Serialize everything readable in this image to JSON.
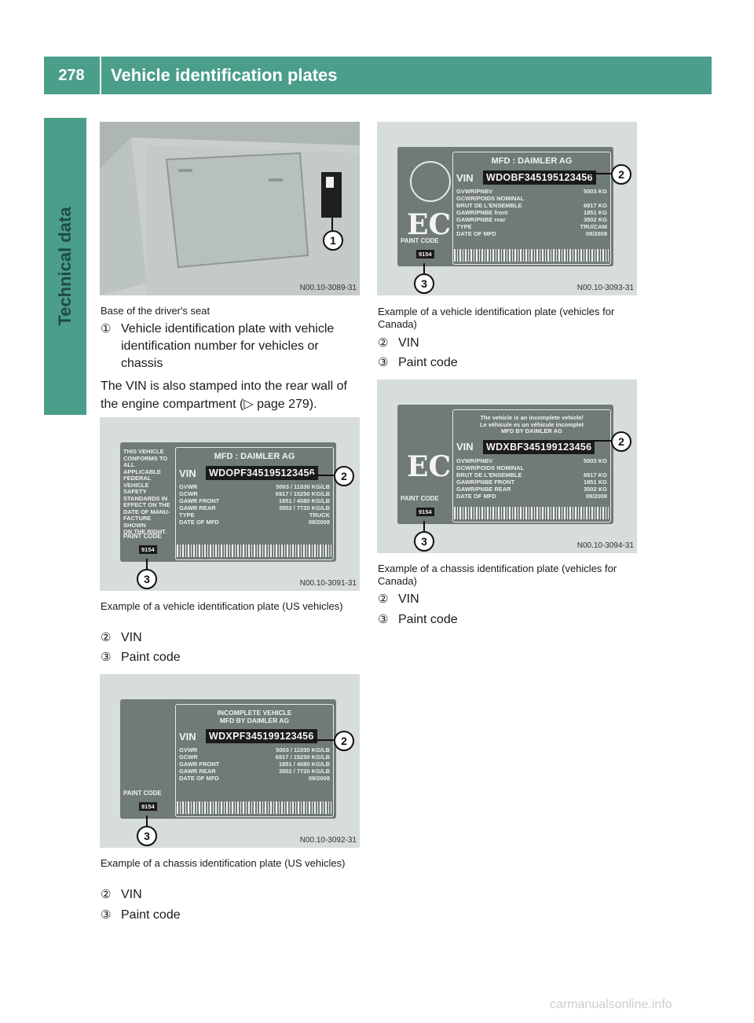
{
  "header": {
    "page_number": "278",
    "title": "Vehicle identification plates",
    "side_tab": "Technical data",
    "accent_color": "#4a9e8a"
  },
  "fig1": {
    "code": "N00.10-3089-31",
    "callout": "1"
  },
  "fig1_caption": "Base of the driver's seat",
  "fig1_item": {
    "number": "1",
    "text": "Vehicle identification plate with vehicle identification number for vehicles or chassis"
  },
  "fig1_body": "The VIN is also stamped into the rear wall of the engine compartment (▷ page 279).",
  "fig_us": {
    "code": "N00.10-3091-31",
    "side_text": "THIS VEHICLE\nCONFORMS TO\nALL APPLICABLE\nFEDERAL\nVEHICLE SAFETY\nSTANDARDS IN\nEFFECT ON THE\nDATE OF MANU-\nFACTURE SHOWN\nON THE RIGHT.",
    "header": "MFD :   DAIMLER AG",
    "vin_label": "VIN",
    "vin": "WDOPF345195123456",
    "rows": [
      [
        "GVWR",
        "5003 / 11030   KG/LB"
      ],
      [
        "GCWR",
        "6917 / 15250   KG/LB"
      ],
      [
        "GAWR  FRONT",
        "1851 / 4080   KG/LB"
      ],
      [
        "GAWR  REAR",
        "3502 / 7720   KG/LB"
      ],
      [
        "TYPE",
        "TRUCK"
      ],
      [
        "DATE  OF  MFD",
        "09/2008"
      ]
    ],
    "paint_label": "PAINT CODE",
    "paint_code": "9154",
    "callout_vin": "2",
    "callout_paint": "3"
  },
  "fig_us_caption": "Example of a vehicle identification plate (US vehicles)",
  "fig_us_items": [
    {
      "number": "2",
      "text": "VIN"
    },
    {
      "number": "3",
      "text": "Paint code"
    }
  ],
  "fig_us_chassis": {
    "code": "N00.10-3092-31",
    "header": "INCOMPLETE VEHICLE\nMFD BY DAIMLER AG",
    "vin_label": "VIN",
    "vin": "WDXPF345199123456",
    "rows": [
      [
        "GVWR",
        "5003 / 11030   KG/LB"
      ],
      [
        "GCWR",
        "6917 / 15250   KG/LB"
      ],
      [
        "GAWR  FRONT",
        "1851 / 4080   KG/LB"
      ],
      [
        "GAWR  REAR",
        "3502 / 7720   KG/LB"
      ],
      [
        "DATE  OF  MFD",
        "09/2008"
      ]
    ],
    "paint_label": "PAINT CODE",
    "paint_code": "9154",
    "callout_vin": "2",
    "callout_paint": "3"
  },
  "fig_us_chassis_caption": "Example of a chassis identification plate (US vehicles)",
  "fig_us_chassis_items": [
    {
      "number": "2",
      "text": "VIN"
    },
    {
      "number": "3",
      "text": "Paint code"
    }
  ],
  "fig_ca": {
    "code": "N00.10-3093-31",
    "header": "MFD :   DAIMLER AG",
    "vin_label": "VIN",
    "vin": "WDOBF345195123456",
    "rows": [
      [
        "GVWR/PNBV",
        "5003   KG"
      ],
      [
        "GCWR/POIDS NOMINAL",
        ""
      ],
      [
        "BRUT DE L'ENSEMBLE",
        "6917   KG"
      ],
      [
        "GAWR/PNBE front",
        "1851   KG"
      ],
      [
        "GAWR/PNBE rear",
        "3502   KG"
      ],
      [
        "TYPE",
        "TRU/CAM"
      ],
      [
        "DATE  OF  MFD",
        "09/2008"
      ]
    ],
    "ec": "EC",
    "paint_label": "PAINT CODE",
    "paint_code": "9154",
    "callout_vin": "2",
    "callout_paint": "3"
  },
  "fig_ca_caption": "Example of a vehicle identification plate (vehicles for Canada)",
  "fig_ca_items": [
    {
      "number": "2",
      "text": "VIN"
    },
    {
      "number": "3",
      "text": "Paint code"
    }
  ],
  "fig_ca_chassis": {
    "code": "N00.10-3094-31",
    "header": "The vehicle is an incomplete vehicle/\nLe véhicule es un véhicule incomplet\nMFD BY DAIMLER AG",
    "vin_label": "VIN",
    "vin": "WDXBF345199123456",
    "rows": [
      [
        "GVWR/PNBV",
        "5003   KG"
      ],
      [
        "GCWR/POIDS NOMINAL",
        ""
      ],
      [
        "BRUT DE L'ENSEMBLE",
        "6917   KG"
      ],
      [
        "GAWR/PNBE FRONT",
        "1851   KG"
      ],
      [
        "GAWR/PNBE REAR",
        "3502   KG"
      ],
      [
        "DATE  OF  MFD",
        "09/2008"
      ]
    ],
    "ec": "EC",
    "paint_label": "PAINT CODE",
    "paint_code": "9154",
    "callout_vin": "2",
    "callout_paint": "3"
  },
  "fig_ca_chassis_caption": "Example of a chassis identification plate (vehicles for Canada)",
  "fig_ca_chassis_items": [
    {
      "number": "2",
      "text": "VIN"
    },
    {
      "number": "3",
      "text": "Paint code"
    }
  ],
  "footer": {
    "watermark": "carmanualsonline.info"
  }
}
